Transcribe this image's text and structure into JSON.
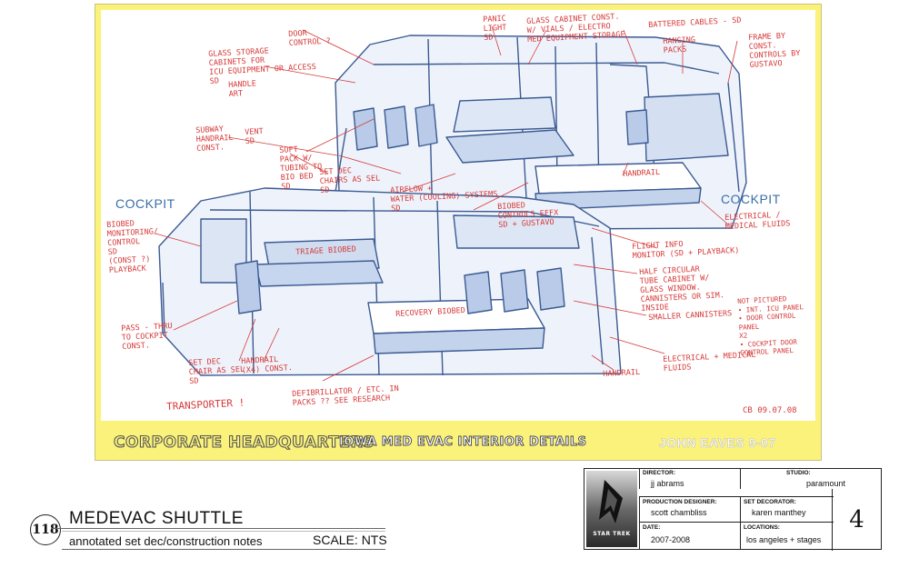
{
  "sheet": {
    "company": "CORPORATE HEADQUARTERS",
    "project": "IOWA MED EVAC INTERIOR DETAILS",
    "artist": "JOHN EAVES 9-07"
  },
  "drawing": {
    "cockpit_labels": [
      "COCKPIT",
      "COCKPIT"
    ],
    "signature": "CB 09.07.08",
    "annotations": {
      "door_control": "DOOR\nCONTROL ?",
      "panic_light": "PANIC\nLIGHT\nSD",
      "glass_cabinet": "GLASS CABINET CONST.\nW/ VIALS / ELECTRO\nMED EQUIPMENT STORAGE",
      "battered_cables": "BATTERED CABLES - SD",
      "hanging_packs": "HANGING\nPACKS",
      "frame_by": "FRAME BY\nCONST.\nCONTROLS BY\nGUSTAVO",
      "glass_storage": "GLASS STORAGE\nCABINETS FOR\nICU EQUIPMENT OR ACCESS\nSD",
      "handle": "HANDLE\nART",
      "subway_handrail": "SUBWAY\nHANDRAIL\nCONST.",
      "vent": "VENT\nSD",
      "soft_pack": "SOFT\nPACK W/\nTUBING TO\nBIO BED\nSD",
      "set_dec_chairs": "SET DEC\nCHAIRS AS SEL\nSD",
      "airflow": "AIRFLOW +\nWATER (COOLING) SYSTEMS\nSD",
      "biobed_controls": "BIOBED\nCONTROLS EFFX\nSD + GUSTAVO",
      "handrail_top": "HANDRAIL",
      "electrical_fluids_top": "ELECTRICAL /\nMEDICAL FLUIDS",
      "biobed_monitoring": "BIOBED\nMONITORING/\nCONTROL\nSD\n(CONST ?)\nPLAYBACK",
      "triage_biobed": "TRIAGE BIOBED",
      "flight_info": "FLIGHT INFO\nMONITOR (SD + PLAYBACK)",
      "half_circular": "HALF CIRCULAR\nTUBE CABINET W/\nGLASS WINDOW.\nCANNISTERS OR SIM.\nINSIDE",
      "not_pictured": "NOT PICTURED\n• INT. ICU PANEL\n• DOOR CONTROL PANEL\n  X2\n• COCKPIT DOOR\n  CONTROL PANEL",
      "recovery_biobed": "RECOVERY BIOBED",
      "smaller_canisters": "SMALLER CANNISTERS",
      "pass_thru": "PASS - THRU\nTO COCKPIT\nCONST.",
      "set_dec_chair": "SET DEC\nCHAIR AS SEL\nSD",
      "handrail_x4": "HANDRAIL\n(X4) CONST.",
      "handrail_bottom": "HANDRAIL",
      "electrical_fluids_bottom": "ELECTRICAL + MEDICAL\nFLUIDS",
      "transporter": "TRANSPORTER !",
      "defibrillator": "DEFIBRILLATOR / ETC. IN\nPACKS ?? SEE RESEARCH"
    }
  },
  "document": {
    "number": "118",
    "title": "MEDEVAC SHUTTLE",
    "subtitle": "annotated set dec/construction notes",
    "scale": "SCALE: NTS"
  },
  "titleblock": {
    "director_label": "DIRECTOR:",
    "director": "jj abrams",
    "studio_label": "STUDIO:",
    "studio": "paramount",
    "designer_label": "PRODUCTION DESIGNER:",
    "designer": "scott chambliss",
    "decorator_label": "SET DECORATOR:",
    "decorator": "karen manthey",
    "date_label": "DATE:",
    "date": "2007-2008",
    "locations_label": "LOCATIONS:",
    "locations": "los angeles + stages",
    "sheet_number": "4",
    "logo_text": "STAR TREK"
  }
}
